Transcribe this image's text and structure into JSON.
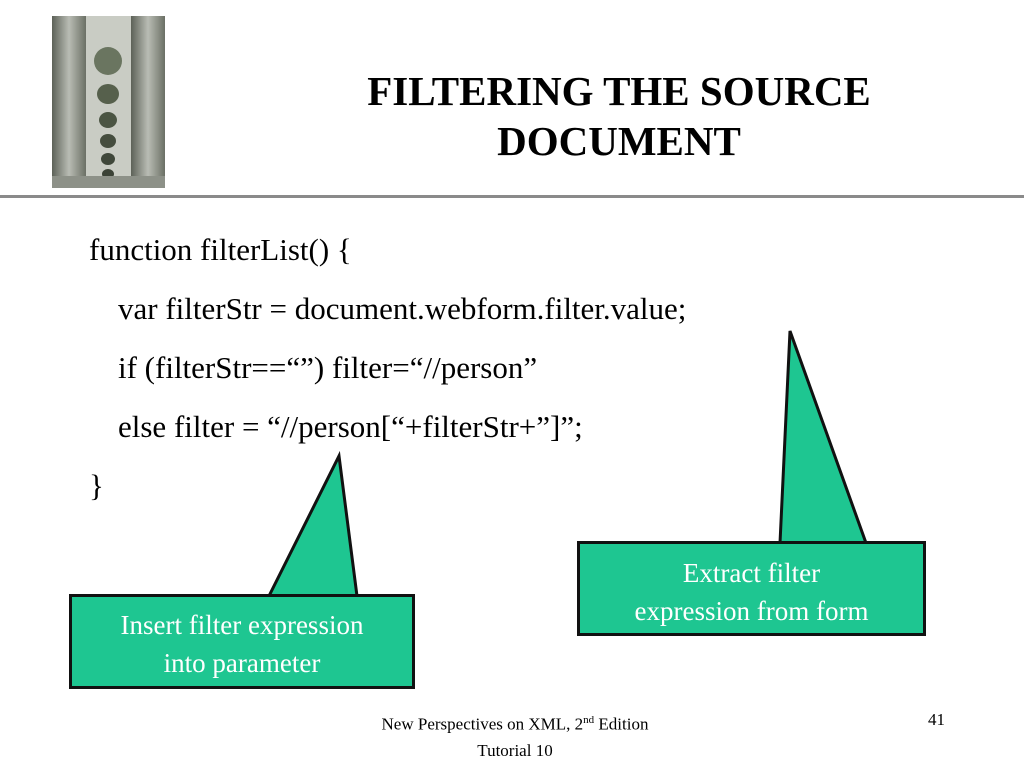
{
  "slide": {
    "title_line1": "FILTERING THE SOURCE",
    "title_line2": "DOCUMENT",
    "code": [
      "function filterList() {",
      "var filterStr = document.webform.filter.value;",
      "if (filterStr==“”) filter=“//person”",
      "else filter = “//person[“+filterStr+”]”;",
      "}"
    ],
    "callout_right": {
      "line1": "Extract filter",
      "line2": "expression from form"
    },
    "callout_left": {
      "line1": "Insert filter expression",
      "line2": "into parameter"
    }
  },
  "footer": {
    "book": "New Perspectives on XML, 2",
    "sup": "nd",
    "edition": " Edition",
    "tutorial": "Tutorial 10",
    "page_number": "41"
  },
  "colors": {
    "callout_fill": "#1ec691",
    "rule": "#8a8a8a"
  }
}
